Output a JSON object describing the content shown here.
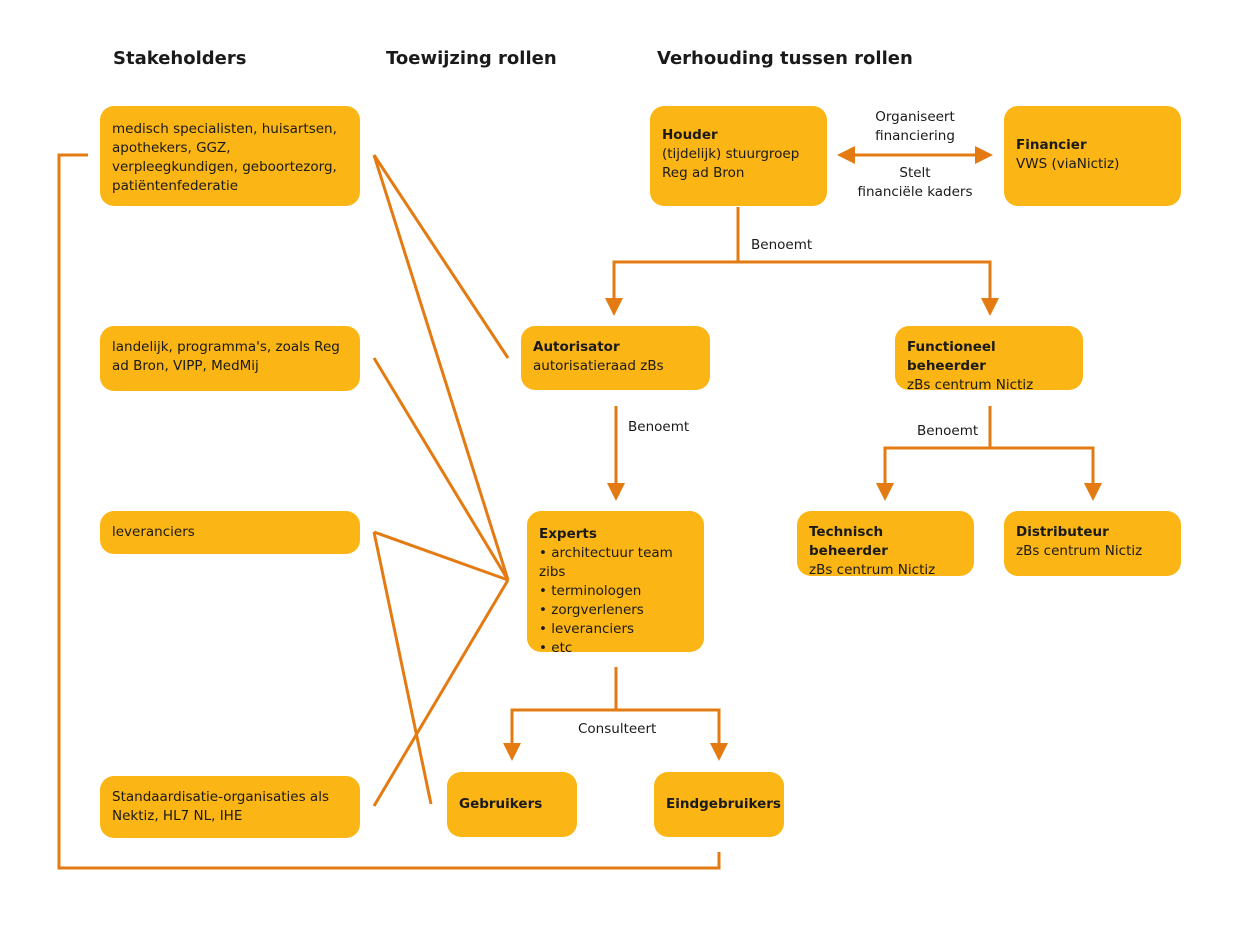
{
  "headings": {
    "stakeholders": "Stakeholders",
    "toewijzing": "Toewijzing rollen",
    "verhouding": "Verhouding tussen rollen"
  },
  "stakeholders": [
    "medisch specialisten, huisartsen, apothekers, GGZ, verpleegkundigen, geboortezorg, patiëntenfederatie",
    "landelijk, programma's, zoals Reg ad Bron, VIPP, MedMij",
    "leveranciers",
    "Standaardisatie-organisaties als Nektiz, HL7 NL, IHE"
  ],
  "roles": {
    "houder": {
      "title": "Houder",
      "line1": "(tijdelijk) stuurgroep",
      "line2": "Reg ad Bron"
    },
    "financier": {
      "title": "Financier",
      "line1": "VWS (viaNictiz)"
    },
    "autorisator": {
      "title": "Autorisator",
      "line1": "autorisatieraad zBs"
    },
    "functioneel": {
      "title": "Functioneel beheerder",
      "line1": "zBs centrum Nictiz"
    },
    "experts": {
      "title": "Experts",
      "items": [
        "architectuur team zibs",
        "terminologen",
        "zorgverleners",
        "leveranciers",
        "etc"
      ]
    },
    "technisch": {
      "title": "Technisch beheerder",
      "line1": "zBs centrum Nictiz"
    },
    "distributeur": {
      "title": "Distributeur",
      "line1": "zBs centrum Nictiz"
    },
    "gebruikers": {
      "title": "Gebruikers"
    },
    "eindgebruikers": {
      "title": "Eindgebruikers"
    }
  },
  "relations": {
    "organiseert_1": "Organiseert",
    "organiseert_2": "financiering",
    "stelt_1": "Stelt",
    "stelt_2": "financiële kaders",
    "benoemt_houder": "Benoemt",
    "benoemt_autorisator": "Benoemt",
    "benoemt_functioneel": "Benoemt",
    "consulteert": "Consulteert"
  },
  "colors": {
    "box": "#fbb515",
    "line": "#e37b12"
  }
}
